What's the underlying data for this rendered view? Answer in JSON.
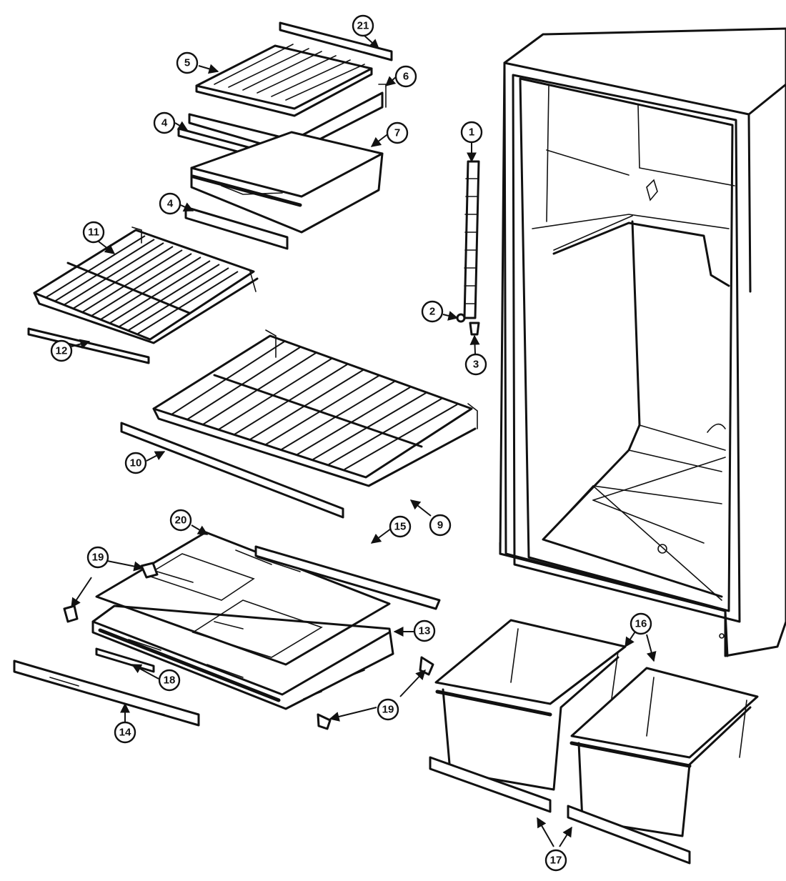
{
  "callouts": {
    "c21": "21",
    "c5": "5",
    "c6": "6",
    "c4a": "4",
    "c7": "7",
    "c4b": "4",
    "c11": "11",
    "c12": "12",
    "c1": "1",
    "c2": "2",
    "c3": "3",
    "c10": "10",
    "c9": "9",
    "c20": "20",
    "c15": "15",
    "c19a": "19",
    "c13": "13",
    "c18": "18",
    "c14": "14",
    "c19b": "19",
    "c16": "16",
    "c17": "17"
  }
}
